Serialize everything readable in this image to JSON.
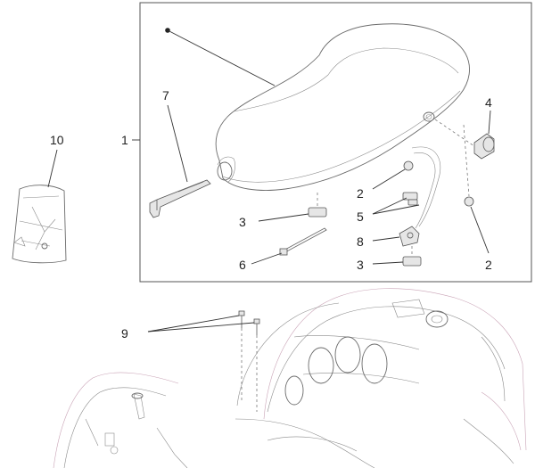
{
  "callouts": {
    "c1": "1",
    "c2a": "2",
    "c2b": "2",
    "c3a": "3",
    "c3b": "3",
    "c4": "4",
    "c5": "5",
    "c6": "6",
    "c7": "7",
    "c8": "8",
    "c9": "9",
    "c10": "10"
  },
  "colors": {
    "line": "#6b6b6b",
    "leader": "#333333",
    "frame": "#555555",
    "text": "#222222"
  }
}
